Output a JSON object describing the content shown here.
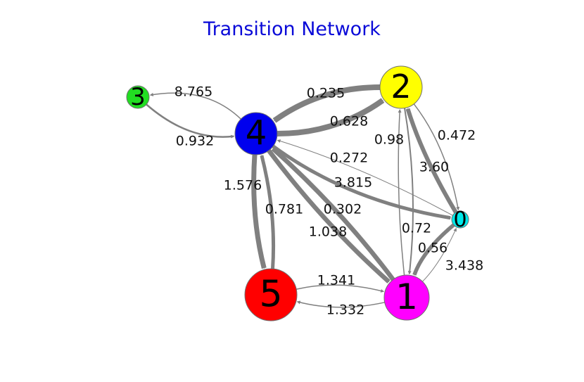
{
  "title": "Transition Network",
  "colors": {
    "title": "#0a0ad8",
    "edge": "#808080",
    "node_border": "#707070"
  },
  "nodes": [
    {
      "id": "0",
      "label": "0",
      "color": "#00e8e8"
    },
    {
      "id": "1",
      "label": "1",
      "color": "#ff00ff"
    },
    {
      "id": "2",
      "label": "2",
      "color": "#ffff00"
    },
    {
      "id": "3",
      "label": "3",
      "color": "#22dd22"
    },
    {
      "id": "4",
      "label": "4",
      "color": "#0000ee"
    },
    {
      "id": "5",
      "label": "5",
      "color": "#ff0000"
    }
  ],
  "edges": [
    {
      "from": "3",
      "to": "4",
      "label": "8.765"
    },
    {
      "from": "4",
      "to": "3",
      "label": "0.932"
    },
    {
      "from": "4",
      "to": "2",
      "label": "0.235"
    },
    {
      "from": "2",
      "to": "4",
      "label": "0.628"
    },
    {
      "from": "0",
      "to": "4",
      "label": "0.272"
    },
    {
      "from": "4",
      "to": "0",
      "label": "3.815"
    },
    {
      "from": "4",
      "to": "1",
      "label": "0.302"
    },
    {
      "from": "1",
      "to": "4",
      "label": "1.038"
    },
    {
      "from": "4",
      "to": "5",
      "label": "0.781"
    },
    {
      "from": "5",
      "to": "4",
      "label": "1.576"
    },
    {
      "from": "2",
      "to": "0",
      "label": "0.472"
    },
    {
      "from": "0",
      "to": "2",
      "label": "3.60"
    },
    {
      "from": "1",
      "to": "2",
      "label": "0.98"
    },
    {
      "from": "2",
      "to": "1",
      "label": "0.72"
    },
    {
      "from": "1",
      "to": "0",
      "label": "0.56"
    },
    {
      "from": "0",
      "to": "1",
      "label": "3.438"
    },
    {
      "from": "5",
      "to": "1",
      "label": "1.341"
    },
    {
      "from": "1",
      "to": "5",
      "label": "1.332"
    }
  ]
}
